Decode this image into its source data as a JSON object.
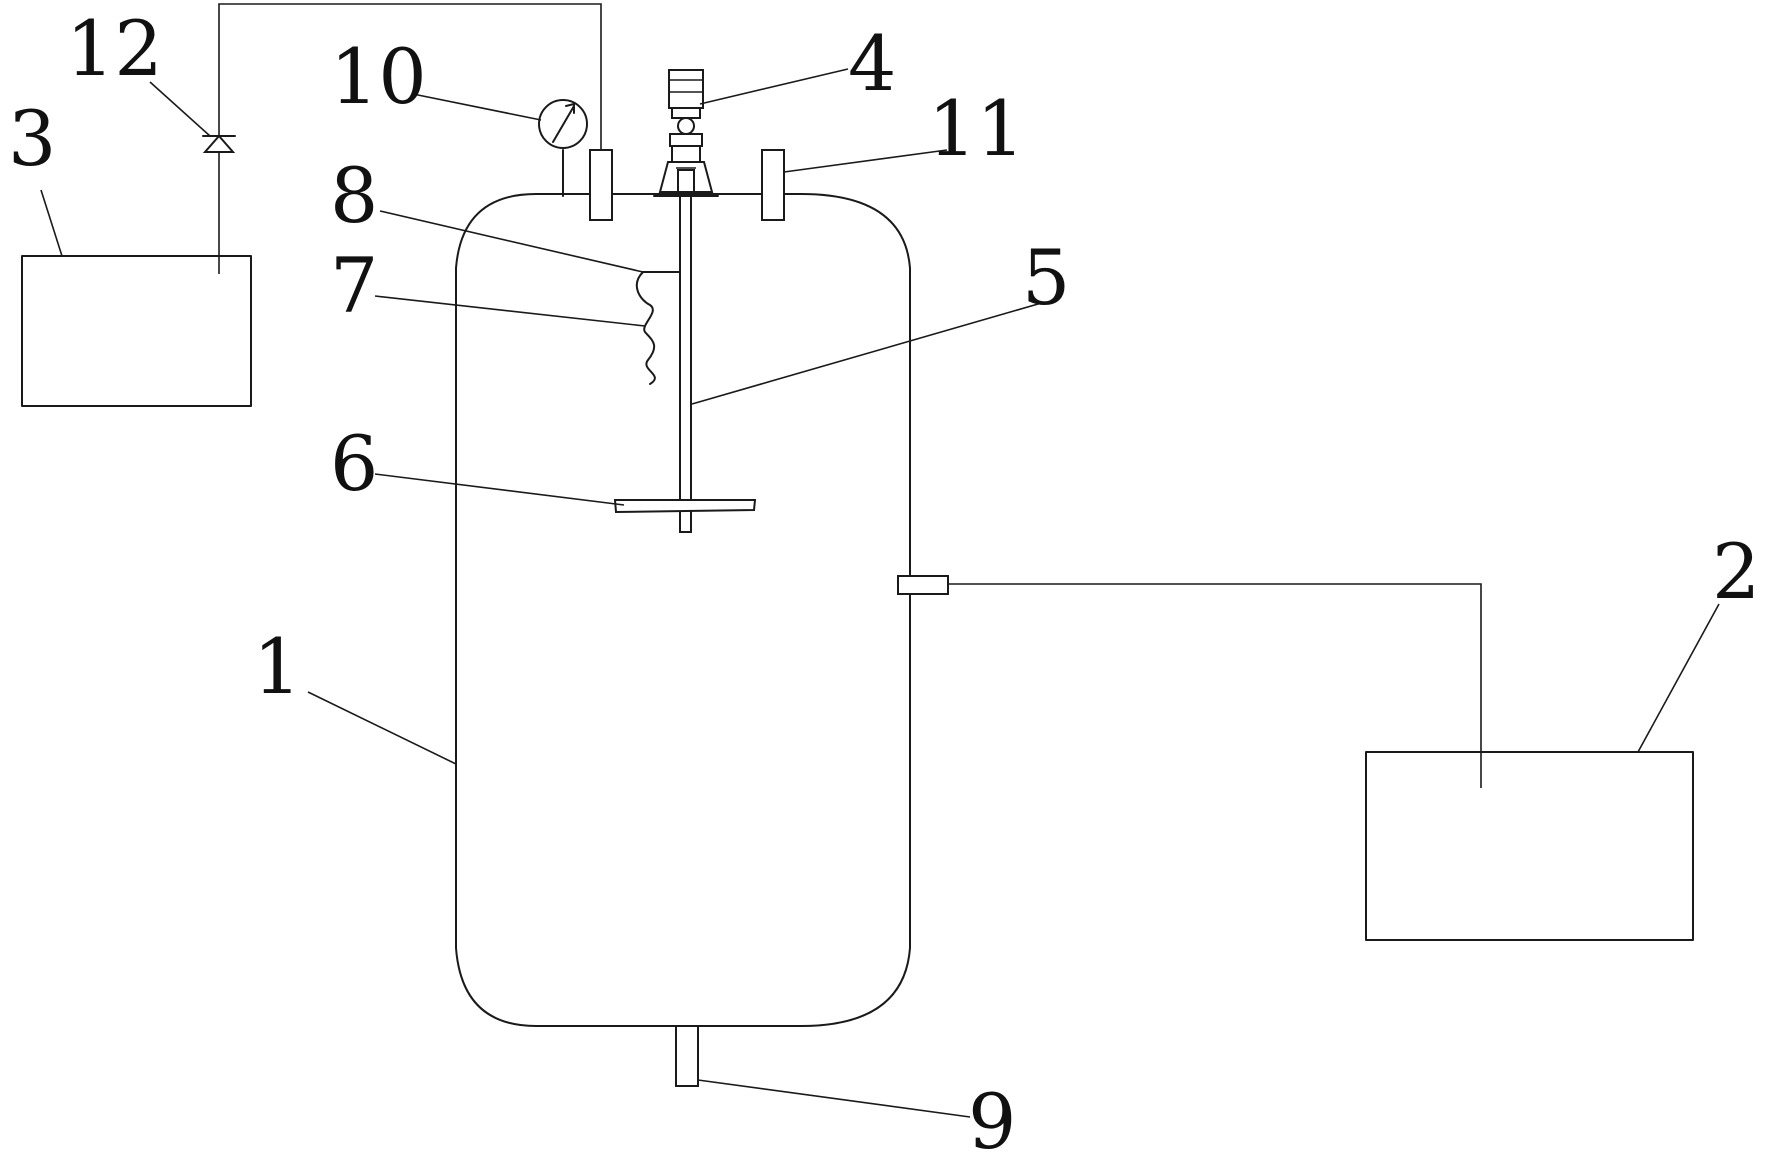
{
  "labels": {
    "tank": "1",
    "box_right": "2",
    "box_left": "3",
    "motor": "4",
    "shaft": "5",
    "impeller": "6",
    "coil": "7",
    "bracket": "8",
    "outlet": "9",
    "gauge": "10",
    "port": "11",
    "valve": "12"
  }
}
